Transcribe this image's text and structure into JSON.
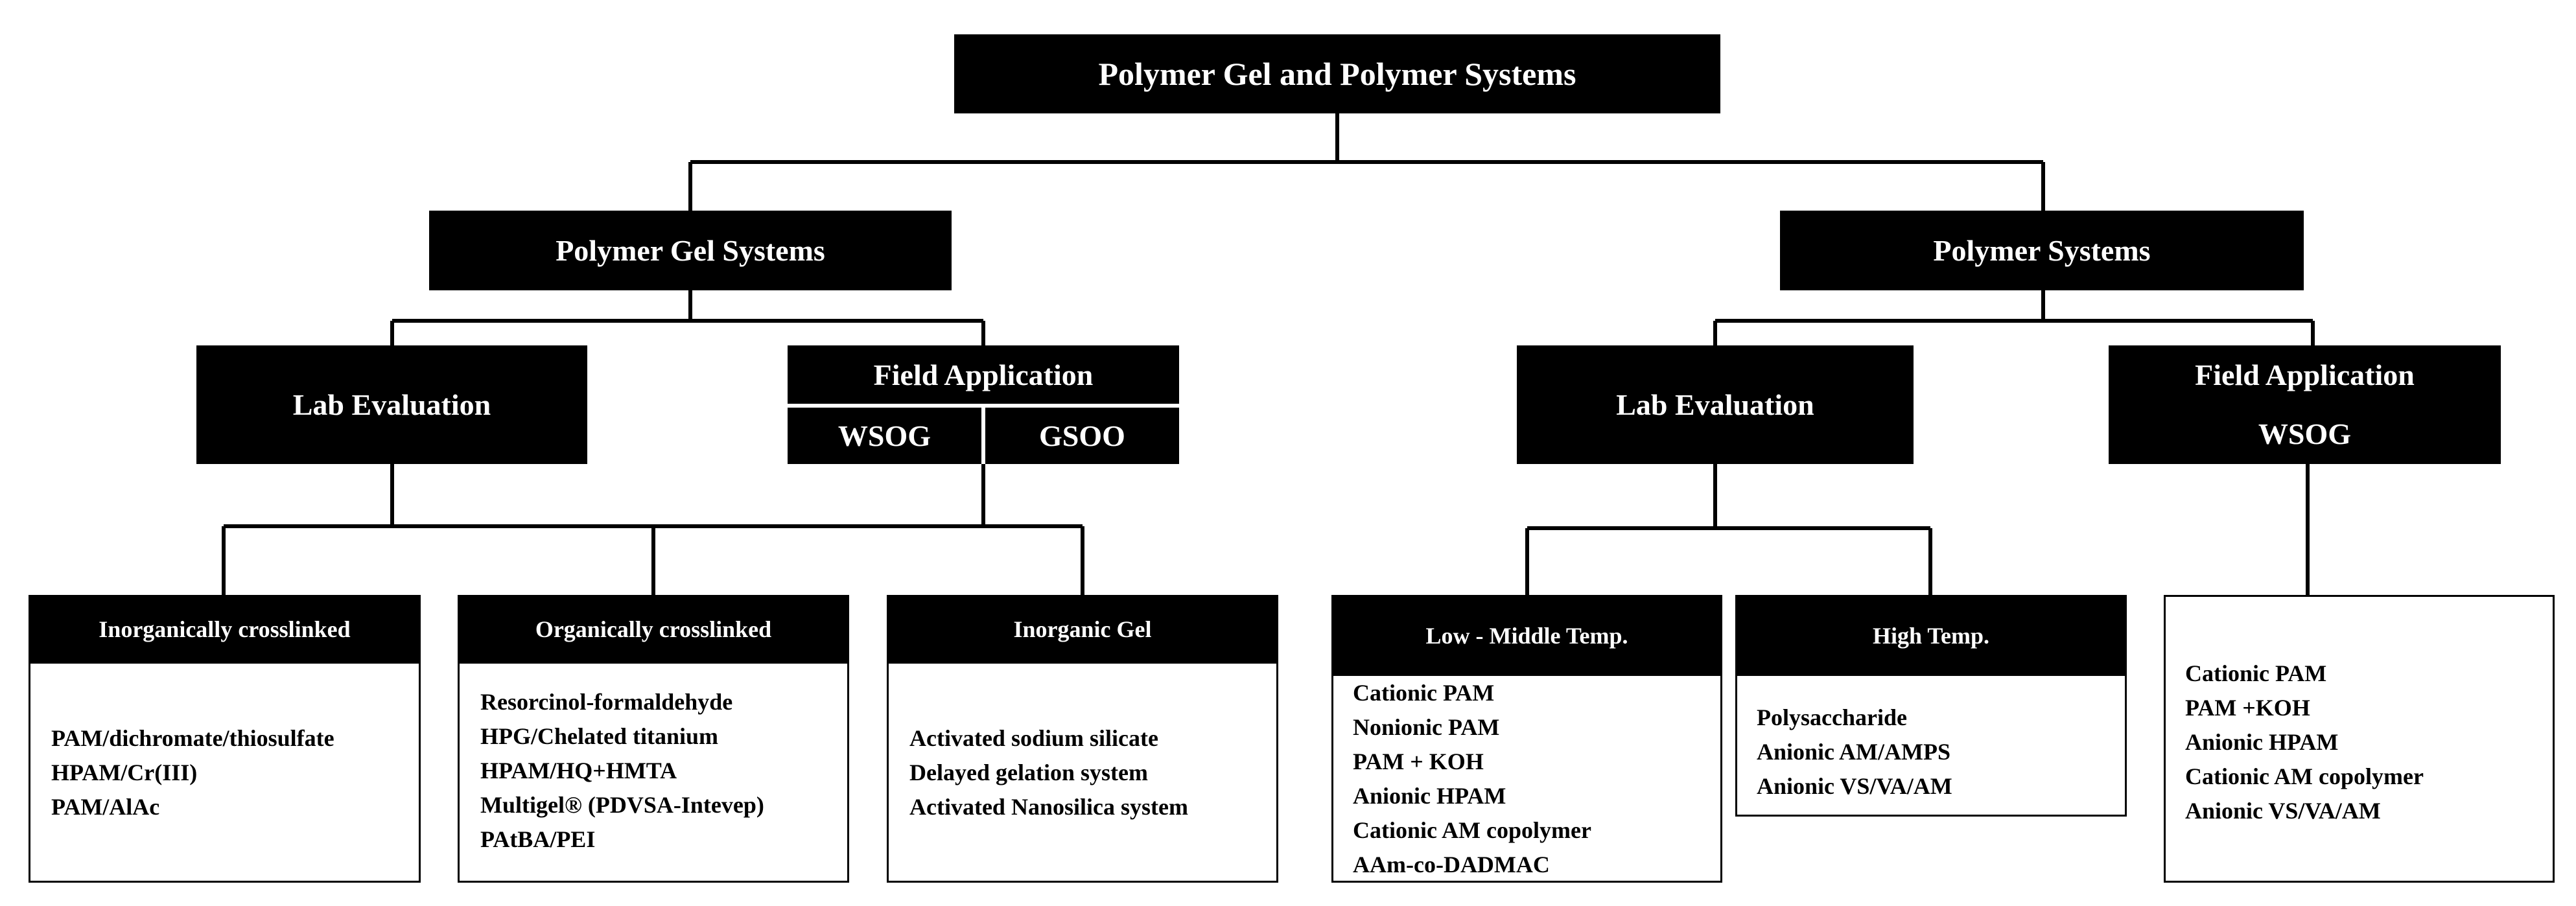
{
  "root": {
    "label": "Polymer Gel and Polymer Systems"
  },
  "gel": {
    "label": "Polymer Gel Systems",
    "lab": {
      "label": "Lab Evaluation"
    },
    "field": {
      "label": "Field Application",
      "left": "WSOG",
      "right": "GSOO"
    },
    "categories": [
      {
        "header": "Inorganically crosslinked",
        "items": [
          "PAM/dichromate/thiosulfate",
          "HPAM/Cr(III)",
          "PAM/AlAc"
        ]
      },
      {
        "header": "Organically crosslinked",
        "items": [
          "Resorcinol-formaldehyde",
          "HPG/Chelated titanium",
          "HPAM/HQ+HMTA",
          "Multigel® (PDVSA-Intevep)",
          "PAtBA/PEI"
        ]
      },
      {
        "header": "Inorganic Gel",
        "items": [
          "Activated sodium silicate",
          "Delayed gelation system",
          "Activated Nanosilica system"
        ]
      }
    ]
  },
  "polymer": {
    "label": "Polymer Systems",
    "lab": {
      "label": "Lab Evaluation"
    },
    "field": {
      "label": "Field Application",
      "sub": "WSOG"
    },
    "categories": [
      {
        "header": "Low - Middle Temp.",
        "items": [
          "Cationic PAM",
          "Nonionic PAM",
          "PAM + KOH",
          "Anionic HPAM",
          "Cationic AM copolymer",
          "AAm-co-DADMAC"
        ]
      },
      {
        "header": "High Temp.",
        "items": [
          "Polysaccharide",
          "Anionic AM/AMPS",
          "Anionic  VS/VA/AM"
        ]
      }
    ],
    "field_items": [
      "Cationic PAM",
      "PAM +KOH",
      "Anionic HPAM",
      "Cationic AM copolymer",
      "Anionic  VS/VA/AM"
    ]
  }
}
